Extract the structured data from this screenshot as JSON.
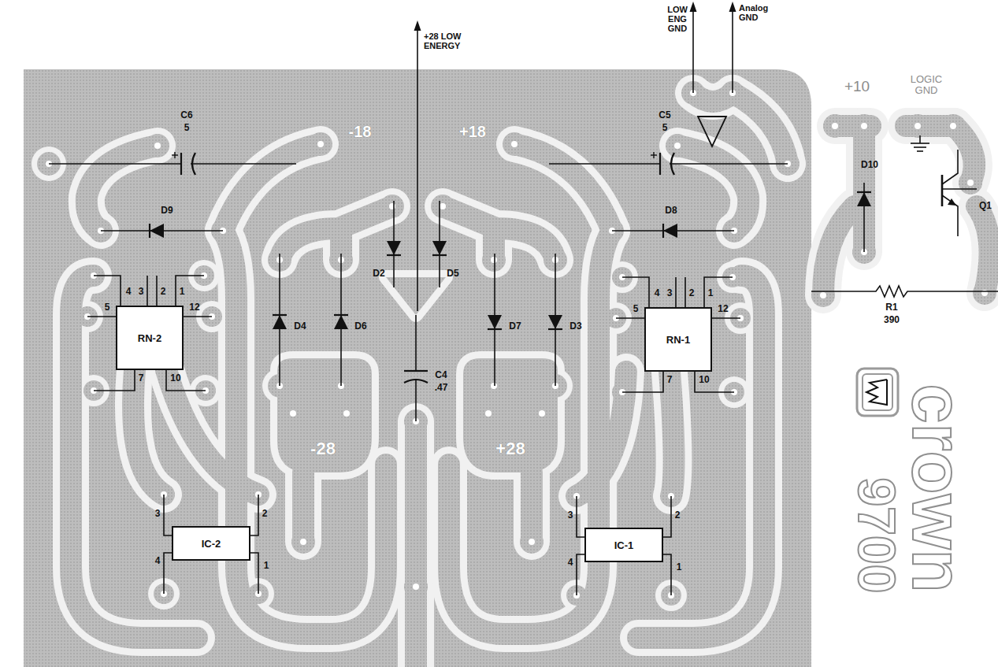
{
  "diagram": {
    "nodes": [
      {
        "text": [
          "RN-2"
        ]
      },
      {
        "text": [
          "RN-1"
        ]
      },
      {
        "text": [
          "IC-2"
        ]
      },
      {
        "text": [
          "IC-1"
        ]
      }
    ],
    "labels": [
      "+28 LOW ENERGY",
      "LOW ENG GND",
      "Analog GND",
      "+10",
      "LOGIC GND",
      "C6",
      "5",
      "-18",
      "+18",
      "C5",
      "5",
      "D10",
      "Q1",
      "D9",
      "D8",
      "D2",
      "D5",
      "D4",
      "D6",
      "D7",
      "D3",
      "C4",
      ".47",
      "R1",
      "390",
      "-28",
      "+28",
      "4",
      "3",
      "2",
      "1",
      "5",
      "12",
      "7",
      "10",
      "4",
      "3",
      "2",
      "1",
      "5",
      "12",
      "7",
      "10",
      "3",
      "2",
      "4",
      "1",
      "3",
      "2",
      "4",
      "1",
      "crown",
      "9700"
    ]
  }
}
